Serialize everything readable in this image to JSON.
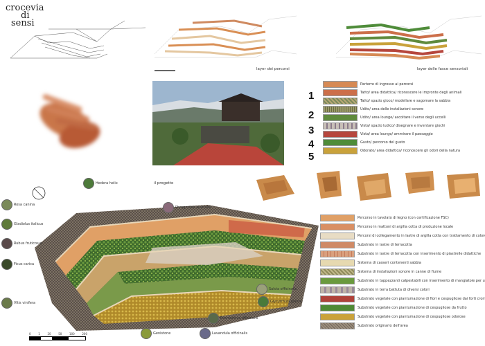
{
  "title": {
    "line1": "crocevia",
    "line2": "di",
    "line3": "sensi"
  },
  "captions": {
    "percorsi": "layer dei percorsi",
    "fasce": "layer delle fasce sensoriali",
    "progetto": "il progetto"
  },
  "numbers": [
    "1",
    "2",
    "3",
    "4",
    "5"
  ],
  "legend_top": [
    {
      "label": "Parterre di ingresso ai percorsi",
      "color": "#d68a55"
    },
    {
      "label": "Tatto/ area didattica/ riconoscere le impronte degli animali",
      "color": "#cc6f4a"
    },
    {
      "label": "Tatto/ spazio gioco/ modellare e sagomare la sabbia",
      "color": "#b8a776"
    },
    {
      "label": "Udito/ area delle installazioni sonore",
      "color": "#9a9a6a"
    },
    {
      "label": "Udito/ area lounge/ ascoltare il verso degli uccelli",
      "color": "#5f8a3c"
    },
    {
      "label": "Vista/ spazio ludico/ disegnare e inventare giochi",
      "color": "#c9c0b8"
    },
    {
      "label": "Vista/ area lounge/ ammirare il paesaggio",
      "color": "#b6463d"
    },
    {
      "label": "Gusto/ percorso del gusto",
      "color": "#4f8c3a"
    },
    {
      "label": "Odorato/ area didattica/ riconoscere gli odori della natura",
      "color": "#c9a23b"
    }
  ],
  "legend_bottom": [
    {
      "label": "Percorso in tavolato di legno (con certificazione FSC)",
      "color": "#e0a066"
    },
    {
      "label": "Percorso in mattoni di argilla cotta di produzione locale",
      "color": "#d98f63"
    },
    {
      "label": "Percorsi di collegamento in lastre di argilla cotta con trattamento di colore",
      "color": "#e8dcc4"
    },
    {
      "label": "Substrato in lastre di terracotta",
      "color": "#cf8a66"
    },
    {
      "label": "Substrato in lastre di terracotta con inserimento di piastrelle didattiche",
      "color": "#d9a07e"
    },
    {
      "label": "Sistema di casseri contenenti sabbia",
      "color": "#e6d9b0"
    },
    {
      "label": "Sistema di installazioni sonore in canne di fiume",
      "color": "#8f8a5a"
    },
    {
      "label": "Substrato in tappezzanti calpestabili con inserimento di mangiatoie per uccelli",
      "color": "#6a9a3e"
    },
    {
      "label": "Substrato in terra battuta di diversi colori",
      "color": "#bfb4a8"
    },
    {
      "label": "Substrato vegetale con piantumazione di fiori e cespugliose dai forti cromatismi",
      "color": "#b0423a"
    },
    {
      "label": "Substrato vegetale con piantumazione di cespugliose da frutto",
      "color": "#4f8a35"
    },
    {
      "label": "Substrato vegetale con piantumazione di cespugliose odorose",
      "color": "#caa23a"
    },
    {
      "label": "Substrato originario dell'area",
      "color": "#9c8f7e"
    }
  ],
  "plants": [
    {
      "label": "Hedera helix",
      "color": "#4d7a3a"
    },
    {
      "label": "Rosa canina",
      "color": "#7a8a5a"
    },
    {
      "label": "Gladiolus italicus",
      "color": "#5f7a3a"
    },
    {
      "label": "Rubus fruticosus",
      "color": "#5a4a4a"
    },
    {
      "label": "Ficus carica",
      "color": "#3a4a2a"
    },
    {
      "label": "Vitis vinifera",
      "color": "#6a7a4a"
    },
    {
      "label": "Phragmites australis",
      "color": "#8a6a7a"
    },
    {
      "label": "Salvia officinalis",
      "color": "#9aa07a"
    },
    {
      "label": "Glycyrrhiza glabra",
      "color": "#4a7a3a"
    },
    {
      "label": "Rosmarinus officinalis",
      "color": "#5a6a4a"
    },
    {
      "label": "Genistone",
      "color": "#8a9a3a"
    },
    {
      "label": "Lavandula officinalis",
      "color": "#6a6a8a"
    }
  ],
  "scale": {
    "ticks": [
      "0",
      "1",
      "20",
      "50",
      "100",
      "200"
    ]
  }
}
